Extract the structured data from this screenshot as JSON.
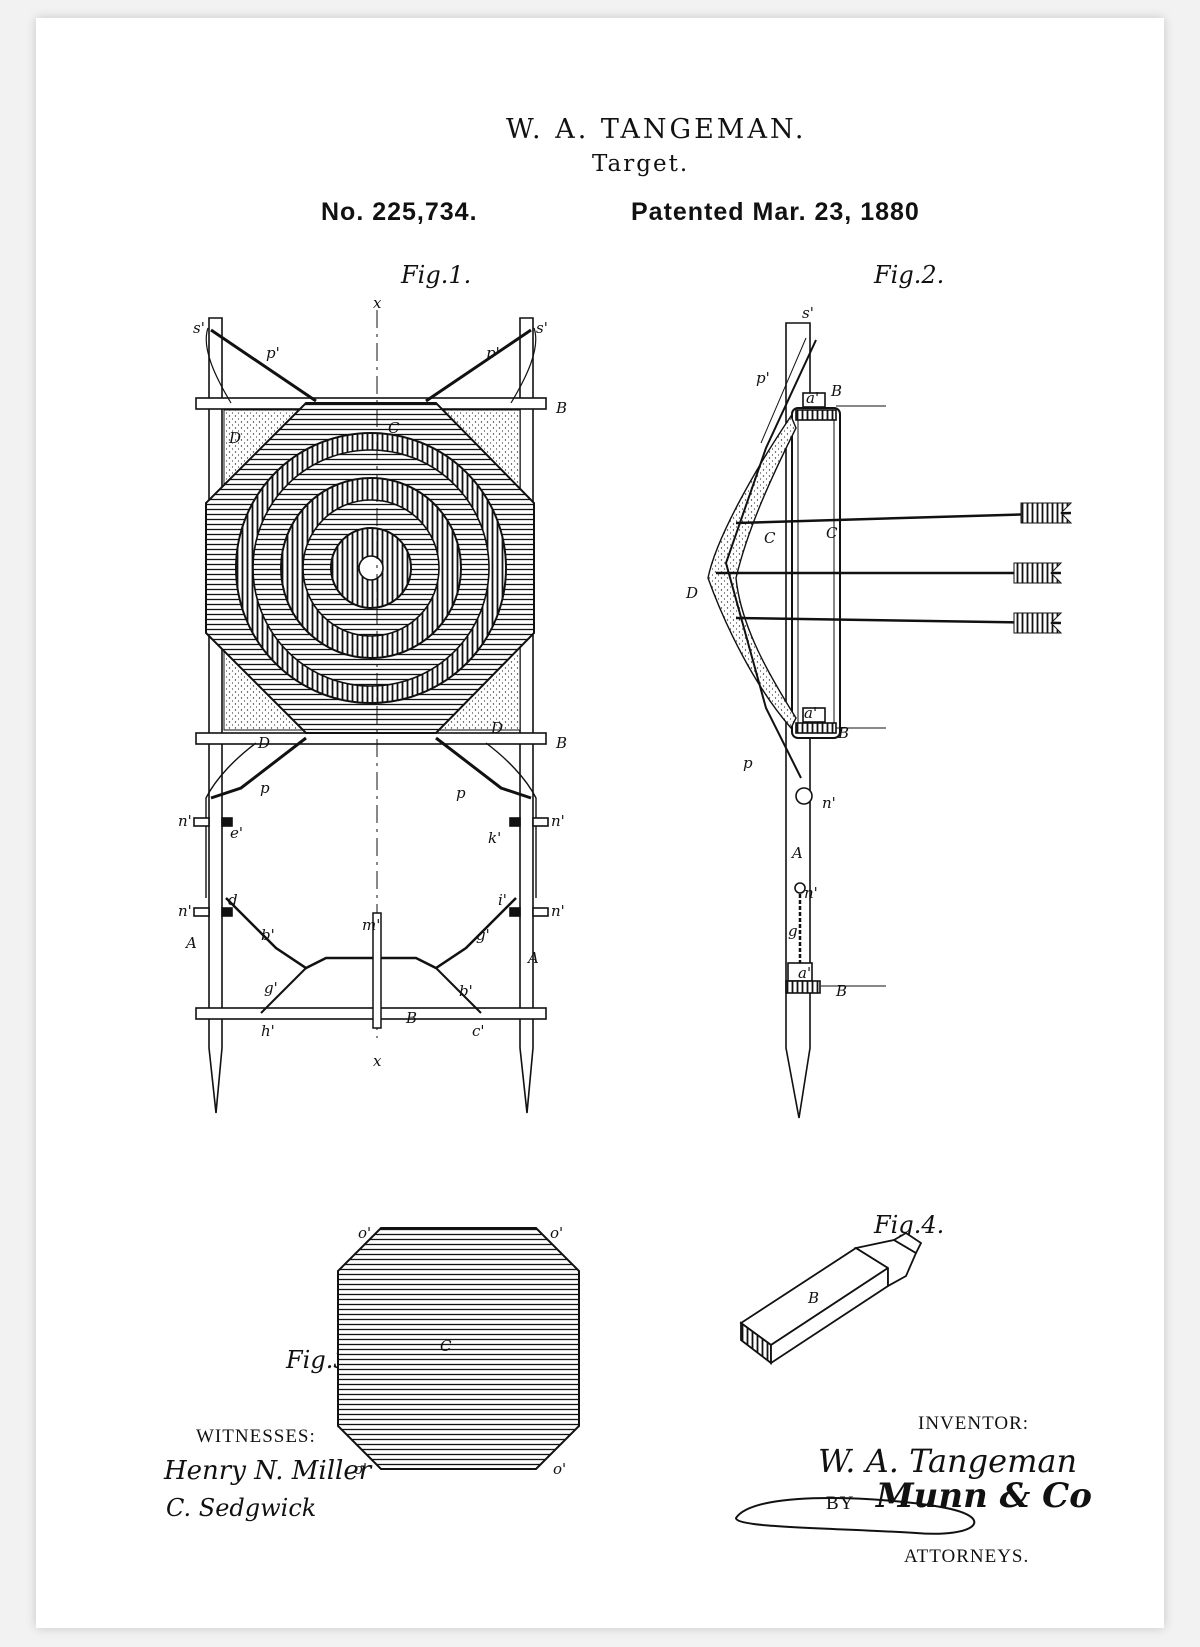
{
  "header": {
    "inventor_name": "W. A. TANGEMAN.",
    "subject": "Target.",
    "patent_number": "No. 225,734.",
    "patent_date": "Patented Mar. 23, 1880"
  },
  "figures": {
    "fig1": "Fig.1.",
    "fig2": "Fig.2.",
    "fig3": "Fig.3.",
    "fig4": "Fig.4."
  },
  "labels": {
    "fig1": [
      "x",
      "x",
      "s'",
      "s'",
      "p'",
      "p'",
      "B",
      "B",
      "B",
      "C",
      "D",
      "D",
      "D",
      "p",
      "p",
      "n'",
      "n'",
      "n'",
      "n'",
      "e'",
      "k'",
      "d",
      "i'",
      "b'",
      "g'",
      "m'",
      "g'",
      "b'",
      "h'",
      "c'",
      "A",
      "A"
    ],
    "fig2": [
      "s'",
      "p'",
      "a'",
      "B",
      "C",
      "C",
      "D",
      "a'",
      "B",
      "p",
      "n'",
      "A",
      "n'",
      "g",
      "a'",
      "B"
    ],
    "fig3": [
      "o'",
      "o'",
      "o'",
      "o'",
      "C"
    ],
    "fig4": [
      "B"
    ]
  },
  "footer": {
    "witnesses_label": "WITNESSES:",
    "witness_1": "Henry N. Miller",
    "witness_2": "C. Sedgwick",
    "inventor_label": "INVENTOR:",
    "inventor_signature": "W. A. Tangeman",
    "by_label": "BY",
    "attorney_signature": "Munn & Co",
    "attorneys_label": "ATTORNEYS."
  }
}
